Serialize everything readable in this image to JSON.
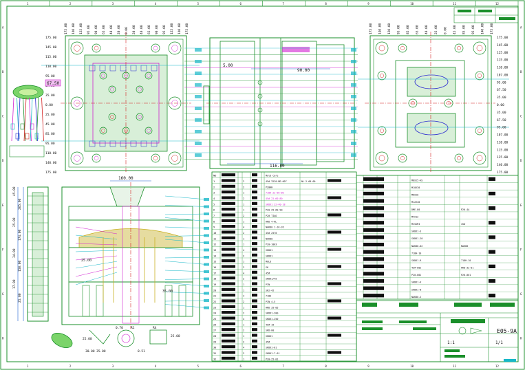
{
  "sheet": {
    "frame_color": "#1a8f2a",
    "paper_color": "#ffffff",
    "border_ticks": [
      "1",
      "2",
      "3",
      "4",
      "5",
      "6",
      "7",
      "8",
      "9",
      "10",
      "11",
      "12"
    ],
    "zone_letters": [
      "A",
      "B",
      "C",
      "D",
      "E",
      "F",
      "G",
      "H"
    ]
  },
  "colors": {
    "geometry": "#1a8f2a",
    "centerline": "#d42020",
    "dimension": "#1a5fd0",
    "hidden": "#d020d0",
    "cooling": "#18b8c8",
    "part": "#c8b020",
    "highlight": "#2a2ad0",
    "text": "#111111"
  },
  "top_left_view": {
    "top_dims": [
      "175.00",
      "140.00",
      "125.00",
      "95.00",
      "90.00",
      "65.00",
      "40.00",
      "20.00",
      "0.00",
      "20.00",
      "40.00",
      "65.00",
      "90.00",
      "95.00",
      "125.00",
      "140.00",
      "175.00"
    ],
    "left_dims": [
      "175.00",
      "145.00",
      "115.00",
      "110.00",
      "95.00",
      "67.50",
      "35.00",
      "0.00",
      "25.00",
      "45.00",
      "85.00",
      "95.00",
      "110.00",
      "140.00",
      "175.00"
    ],
    "highlight_label": "67.50"
  },
  "top_mid_view": {
    "dims": [
      "5.00",
      "90.00",
      "116.00"
    ]
  },
  "top_right_view": {
    "top_dims": [
      "175.00",
      "140.00",
      "120.00",
      "95.00",
      "85.00",
      "65.00",
      "40.00",
      "25.00",
      "0.00",
      "45.00",
      "85.00",
      "95.00",
      "140.00",
      "175.00"
    ],
    "right_dims": [
      "175.00",
      "145.00",
      "125.00",
      "115.00",
      "110.00",
      "107.00",
      "95.00",
      "67.50",
      "35.00",
      "0.00",
      "35.00",
      "67.50",
      "95.00",
      "107.00",
      "110.00",
      "115.00",
      "125.00",
      "140.00",
      "175.00"
    ]
  },
  "bottom_left": {
    "dims_vertical": [
      "45.00",
      "25.00",
      "34.00",
      "17.00",
      "265.00",
      "174.00",
      "150.00",
      "25.00"
    ],
    "dims_top": "160.00",
    "dims_misc": [
      "25.00",
      "35.00",
      "0.70",
      "R1",
      "R4",
      "25.00",
      "30.00",
      "0.51"
    ]
  },
  "bom_rows": [
    [
      "NO",
      "",
      "",
      "",
      "",
      "",
      "Mold Core",
      "",
      ""
    ],
    [
      "1",
      "",
      "",
      "2",
      "",
      "",
      "45# 3220-BD-007",
      "NL-2-60-00",
      "LH"
    ],
    [
      "2",
      "",
      "",
      "2",
      "",
      "",
      "P20HH",
      "",
      ""
    ],
    [
      "3",
      "",
      "",
      "1",
      "",
      "",
      "718H 22-60-80",
      "",
      ""
    ],
    [
      "4",
      "",
      "",
      "2",
      "",
      "",
      "45# 22-60-80",
      "",
      ""
    ],
    [
      "5",
      "",
      "",
      "1",
      "",
      "",
      "SKD61 22-40-18",
      "",
      ""
    ],
    [
      "6",
      "",
      "",
      "1",
      "",
      "",
      "P20 25-60-90",
      "",
      ""
    ],
    [
      "7",
      "",
      "",
      "2",
      "",
      "",
      "P20 TIAO",
      "",
      ""
    ],
    [
      "8",
      "",
      "",
      "1",
      "",
      "",
      "HRD 4-KL",
      "",
      ""
    ],
    [
      "9",
      "",
      "",
      "4",
      "",
      "",
      "NAK80 1-16-26",
      "",
      ""
    ],
    [
      "10",
      "",
      "",
      "2",
      "",
      "",
      "45# 2570",
      "",
      ""
    ],
    [
      "11",
      "",
      "",
      "1",
      "",
      "",
      "NAK80",
      "",
      ""
    ],
    [
      "12",
      "",
      "",
      "1",
      "",
      "",
      "P20-1003",
      "",
      ""
    ],
    [
      "13",
      "",
      "",
      "4",
      "",
      "",
      "SKD61",
      "",
      ""
    ],
    [
      "14",
      "",
      "",
      "2",
      "",
      "",
      "SKD61",
      "",
      ""
    ],
    [
      "15",
      "",
      "",
      "1",
      "",
      "",
      "MOLD",
      "",
      ""
    ],
    [
      "16",
      "",
      "",
      "2",
      "",
      "",
      "SK",
      "",
      ""
    ],
    [
      "17",
      "",
      "",
      "4",
      "",
      "",
      "45#",
      "",
      ""
    ],
    [
      "18",
      "",
      "",
      "2",
      "",
      "",
      "SKD61/45",
      "",
      ""
    ],
    [
      "19",
      "",
      "",
      "1",
      "",
      "",
      "PIN",
      "",
      ""
    ],
    [
      "20",
      "",
      "",
      "1",
      "",
      "",
      "SK2-42",
      "",
      ""
    ],
    [
      "21",
      "",
      "",
      "4",
      "",
      "",
      "718H",
      "",
      ""
    ],
    [
      "22",
      "",
      "",
      "2",
      "",
      "",
      "PIN 4-5",
      "",
      ""
    ],
    [
      "23",
      "",
      "",
      "1",
      "",
      "",
      "HRD 35-05",
      "",
      ""
    ],
    [
      "24",
      "",
      "",
      "2",
      "",
      "",
      "SKD61-200",
      "",
      ""
    ],
    [
      "25",
      "",
      "",
      "4",
      "",
      "",
      "SKD61-250",
      "",
      ""
    ],
    [
      "26",
      "",
      "",
      "1",
      "",
      "",
      "45#-19",
      "",
      ""
    ],
    [
      "27",
      "",
      "",
      "2",
      "",
      "",
      "SKD-00",
      "",
      ""
    ],
    [
      "28",
      "",
      "",
      "1",
      "",
      "",
      "SKD61",
      "",
      ""
    ],
    [
      "29",
      "",
      "",
      "2",
      "",
      "",
      "45#",
      "",
      ""
    ],
    [
      "30",
      "",
      "",
      "4",
      "",
      "",
      "SKD61-01",
      "",
      ""
    ],
    [
      "31",
      "",
      "",
      "2",
      "",
      "",
      "SKD61-7-01",
      "",
      ""
    ],
    [
      "32",
      "",
      "",
      "1",
      "",
      "",
      "P20-25-01",
      "",
      ""
    ]
  ],
  "bom_right_rows": [
    [
      "",
      "",
      "",
      "",
      "M8X25-HS",
      "",
      "",
      ""
    ],
    [
      "",
      "",
      "",
      "",
      "M10X30",
      "",
      "",
      ""
    ],
    [
      "",
      "",
      "",
      "",
      "M6X20",
      "",
      "",
      ""
    ],
    [
      "",
      "",
      "",
      "",
      "M12X40",
      "",
      "",
      ""
    ],
    [
      "",
      "",
      "",
      "",
      "DME-80",
      "",
      "P20-4A",
      ""
    ],
    [
      "",
      "",
      "",
      "",
      "M4X12",
      "",
      "",
      ""
    ],
    [
      "",
      "",
      "",
      "",
      "MISUMI",
      "",
      "45#",
      ""
    ],
    [
      "",
      "",
      "",
      "",
      "SKD61-3",
      "",
      "",
      ""
    ],
    [
      "",
      "",
      "",
      "",
      "SKD61-20",
      "",
      "",
      ""
    ],
    [
      "",
      "",
      "",
      "",
      "NAK80-02",
      "",
      "NAK80",
      ""
    ],
    [
      "",
      "",
      "",
      "",
      "718H-10",
      "",
      "",
      ""
    ],
    [
      "",
      "",
      "",
      "",
      "SKD61-R",
      "",
      "718H-10",
      ""
    ],
    [
      "",
      "",
      "",
      "",
      "45#-002",
      "",
      "HRD-32-01",
      ""
    ],
    [
      "",
      "",
      "",
      "",
      "P20-001",
      "",
      "P20-001",
      ""
    ],
    [
      "",
      "",
      "",
      "",
      "SKD61-K",
      "",
      "",
      ""
    ],
    [
      "",
      "",
      "",
      "",
      "SKD61-B",
      "",
      "",
      ""
    ],
    [
      "",
      "",
      "",
      "",
      "NAK80-S",
      "",
      "",
      ""
    ]
  ],
  "title_block": {
    "drawing_no": "E05-9A",
    "scale": "1:1",
    "sheet": "1/1"
  }
}
